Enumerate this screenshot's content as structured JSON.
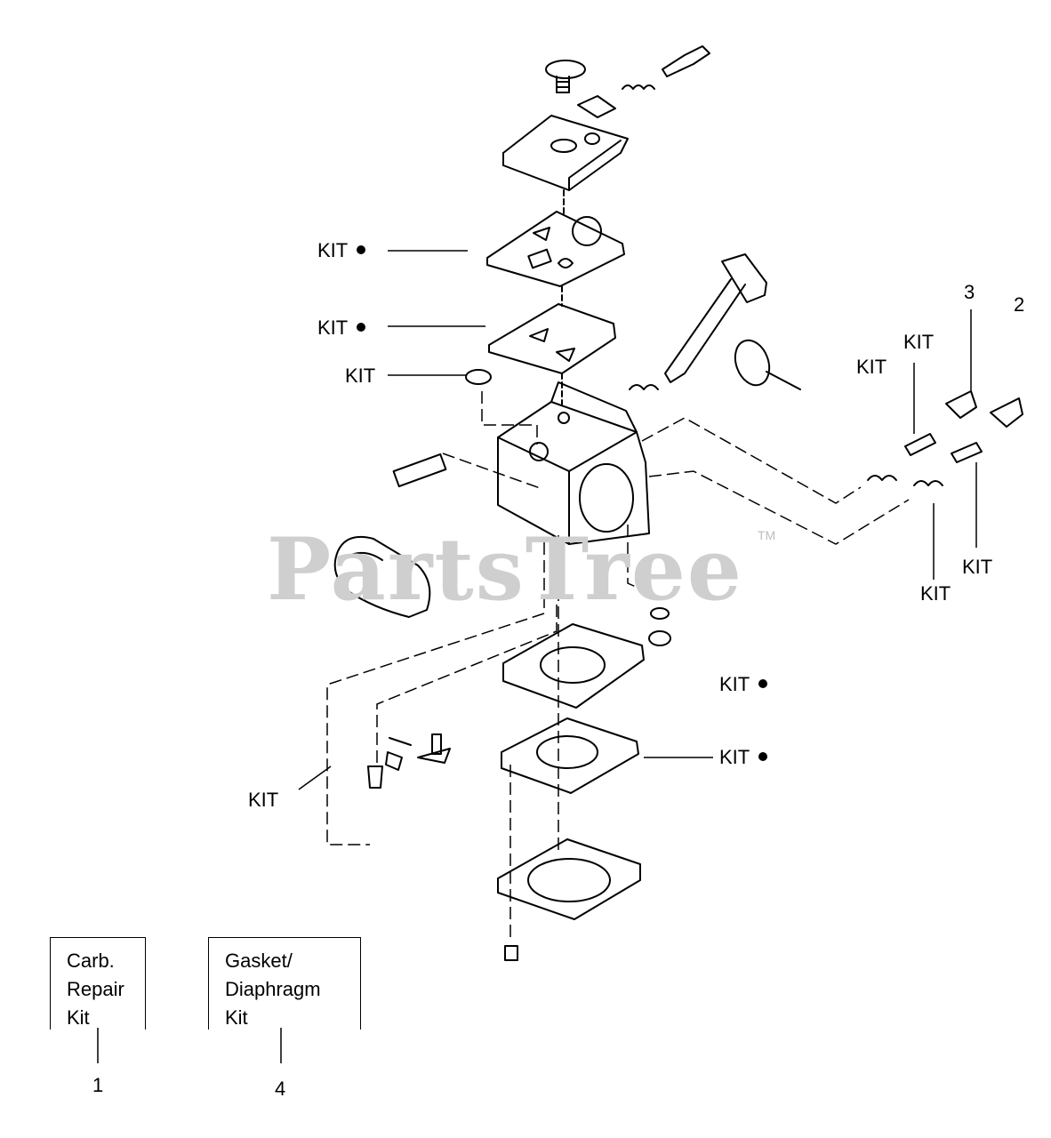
{
  "watermark": {
    "text": "PartsTree",
    "tm": "TM"
  },
  "callouts": {
    "kit_label": "KIT"
  },
  "legend": {
    "box1": {
      "lines": [
        "Carb.",
        "Repair",
        "Kit"
      ],
      "number": "1"
    },
    "box4": {
      "lines": [
        "Gasket/",
        "Diaphragm",
        "Kit"
      ],
      "number": "4"
    }
  },
  "ref_numbers": {
    "n3": "3",
    "n2": "2"
  }
}
